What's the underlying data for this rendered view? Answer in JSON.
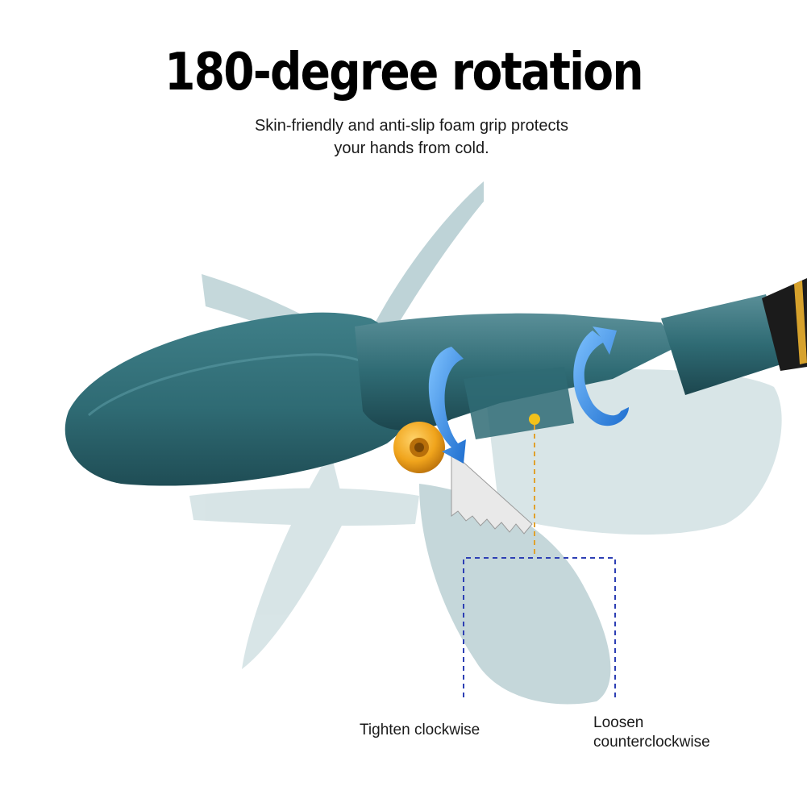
{
  "headline": "180-degree rotation",
  "subheadline_lines": [
    "Skin-friendly and anti-slip foam grip protects",
    "your hands from cold."
  ],
  "annotations": {
    "tighten": "Tighten clockwise",
    "loosen_lines": [
      "Loosen",
      "counterclockwise"
    ]
  },
  "colors": {
    "shovel_teal": "#2f6b74",
    "shovel_teal_dark": "#1f4d55",
    "ghost_teal": "#6f9ea6",
    "rotation_arrow_blue": "#2f8de0",
    "knob_orange": "#f0a41c",
    "handle_gold": "#d7a22c",
    "dashed_blue": "#2d3fb4",
    "dashed_orange": "#e0a12c"
  },
  "icons": [
    "rotation-arrow-icon",
    "rotation-arrow-icon"
  ]
}
